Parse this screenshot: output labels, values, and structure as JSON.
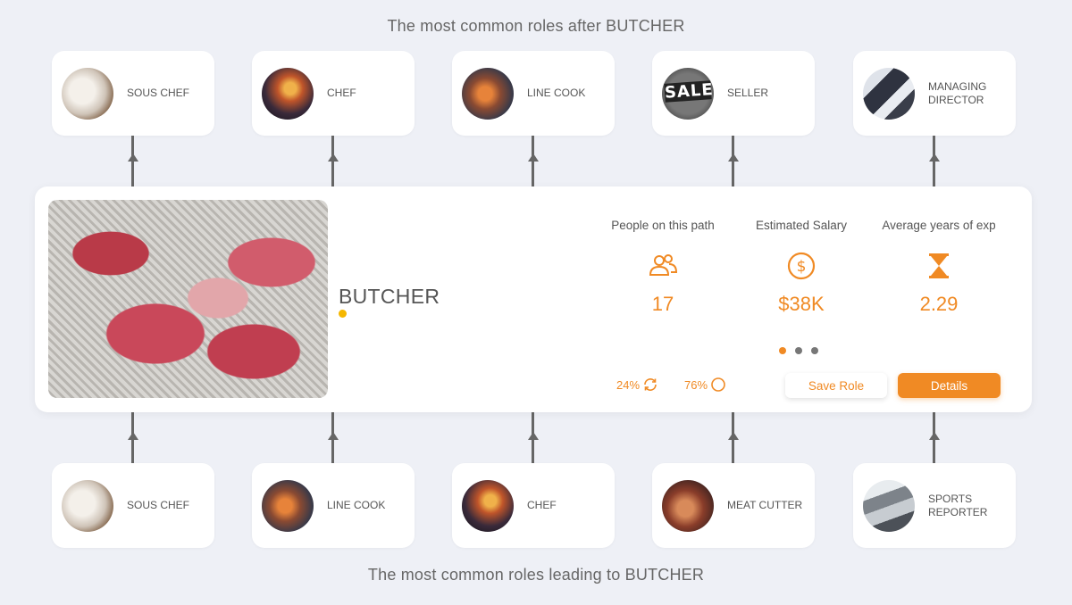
{
  "headings": {
    "top": "The most common roles after BUTCHER",
    "bottom": "The most common roles leading to BUTCHER"
  },
  "next_roles": [
    {
      "name": "SOUS CHEF",
      "icon": "sous-chef-photo"
    },
    {
      "name": "CHEF",
      "icon": "chef-photo"
    },
    {
      "name": "LINE COOK",
      "icon": "line-cook-photo"
    },
    {
      "name": "SELLER",
      "icon": "sale-sign-photo",
      "photo_text": "SALE"
    },
    {
      "name": "MANAGING DIRECTOR",
      "icon": "office-photo"
    }
  ],
  "previous_roles": [
    {
      "name": "SOUS CHEF",
      "icon": "sous-chef-photo"
    },
    {
      "name": "LINE COOK",
      "icon": "line-cook-photo"
    },
    {
      "name": "CHEF",
      "icon": "chef-photo"
    },
    {
      "name": "MEAT CUTTER",
      "icon": "meat-cutter-photo"
    },
    {
      "name": "SPORTS REPORTER",
      "icon": "sports-reporter-photo"
    }
  ],
  "current_role": {
    "title": "BUTCHER",
    "image": "raw-meat-photo",
    "stats": [
      {
        "label": "People on this path",
        "value": "17",
        "icon": "people-icon"
      },
      {
        "label": "Estimated Salary",
        "value": "$38K",
        "icon": "dollar-coin-icon"
      },
      {
        "label": "Average years of exp",
        "value": "2.29",
        "icon": "hourglass-icon"
      }
    ],
    "pager": {
      "count": 3,
      "active": 0
    },
    "percentages": [
      {
        "value": "24%",
        "icon": "refresh-icon"
      },
      {
        "value": "76%",
        "icon": "circle-icon"
      }
    ],
    "save_label": "Save Role",
    "details_label": "Details"
  },
  "colors": {
    "accent": "#f08a24",
    "background": "#eef0f6",
    "dot": "#f5b700",
    "connector": "#666666"
  }
}
